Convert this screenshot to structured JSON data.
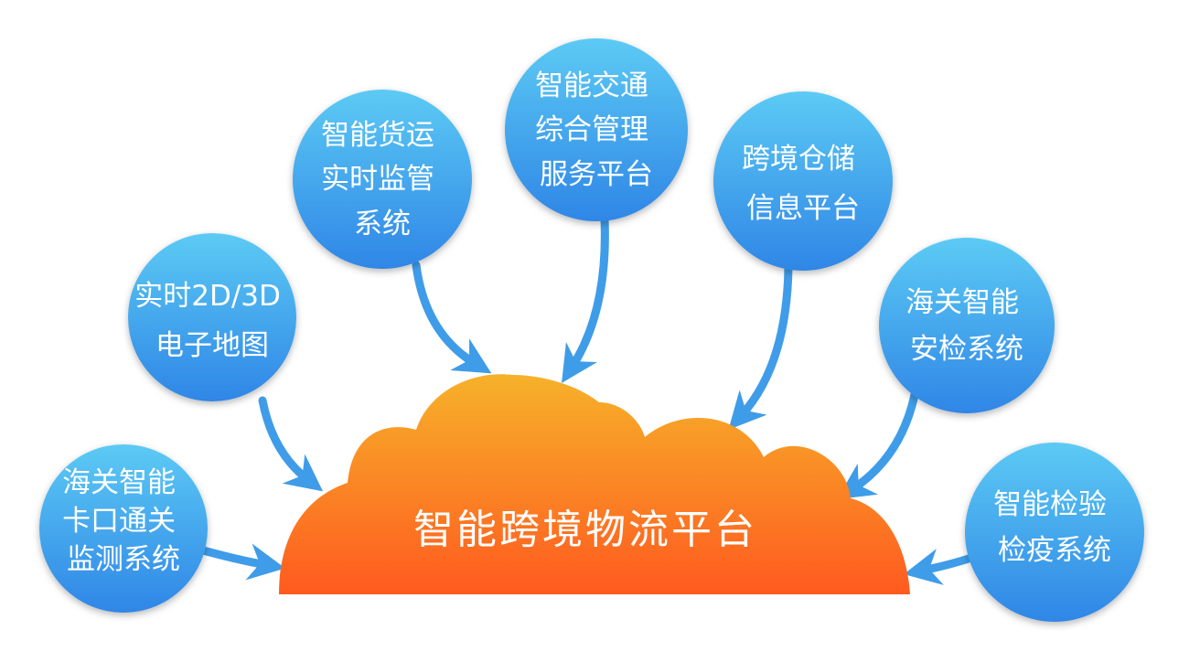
{
  "hub": {
    "title": "智能跨境物流平台"
  },
  "nodes": [
    {
      "id": "customs-checkpoint",
      "lines": [
        "海关智能",
        "卡口通关",
        "监测系统"
      ]
    },
    {
      "id": "realtime-map",
      "lines": [
        "实时2D/3D",
        "电子地图"
      ]
    },
    {
      "id": "freight-monitor",
      "lines": [
        "智能货运",
        "实时监管",
        "系统"
      ]
    },
    {
      "id": "traffic-management",
      "lines": [
        "智能交通",
        "综合管理",
        "服务平台"
      ]
    },
    {
      "id": "warehouse-info",
      "lines": [
        "跨境仓储",
        "信息平台"
      ]
    },
    {
      "id": "customs-security",
      "lines": [
        "海关智能",
        "安检系统"
      ]
    },
    {
      "id": "inspection-quarantine",
      "lines": [
        "智能检验",
        "检疫系统"
      ]
    }
  ],
  "colors": {
    "node_top": "#5ccaf4",
    "node_bottom": "#2f86e6",
    "arrow": "#3f9ce8",
    "hub_top": "#f6b22a",
    "hub_bottom": "#ff5a1f"
  }
}
